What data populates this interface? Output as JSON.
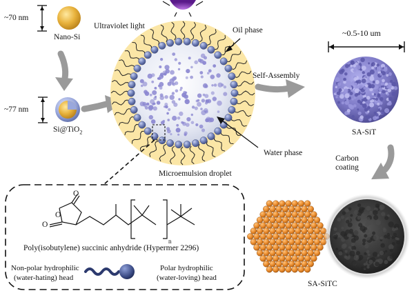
{
  "labels": {
    "nano_si_size": "~70 nm",
    "nano_si": "Nano-Si",
    "sitio2_size": "~77 nm",
    "sitio2_main": "Si@TiO",
    "sitio2_sub": "2",
    "uv_light": "Ultraviolet light",
    "oil_phase": "Oil phase",
    "water_phase": "Water phase",
    "droplet": "Microemulsion droplet",
    "self_assembly": "Self-Assembly",
    "size_range": "~0.5-10 um",
    "sa_sit": "SA-SiT",
    "carbon_coating_1": "Carbon",
    "carbon_coating_2": "coating",
    "sa_sitc": "SA-SiTC",
    "polymer_name": "Poly(isobutylene) succinic anhydride (Hypermer 2296)",
    "subscript_n": "n",
    "atom_o1": "O",
    "atom_o2": "O",
    "atom_o3": "O",
    "nonpolar_1": "Non-polar hydrophilic",
    "nonpolar_2": "(water-hating) head",
    "polar_1": "Polar hydrophilic",
    "polar_2": "(water-loving) head"
  },
  "colors": {
    "gold": "#e8b23c",
    "gold_dark": "#b8801a",
    "droplet_yellow": "#fbe6a6",
    "water_bg": "#e7eaf5",
    "bead_blue": "#6f7fb8",
    "bead_edge": "#3e4a7c",
    "particle_purple": "#8a86d0",
    "arrow_gray": "#9a9a9a",
    "uv_purple": "#6a2a9a",
    "hex_orange": "#e8892a",
    "dark_sphere": "#3a3a3a"
  }
}
